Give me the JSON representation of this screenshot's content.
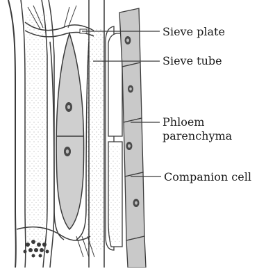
{
  "diagram": {
    "labels": {
      "sieve_plate": "Sieve plate",
      "sieve_tube": "Sieve tube",
      "phloem_parenchyma_line1": "Phloem",
      "phloem_parenchyma_line2": "parenchyma",
      "companion_cell": "Companion cell"
    },
    "colors": {
      "outline": "#3a3a3a",
      "cell_fill": "#cfcfcf",
      "parenchyma_fill": "#c9c9c9",
      "nucleus": "#4a4a4a",
      "background": "#ffffff"
    }
  }
}
